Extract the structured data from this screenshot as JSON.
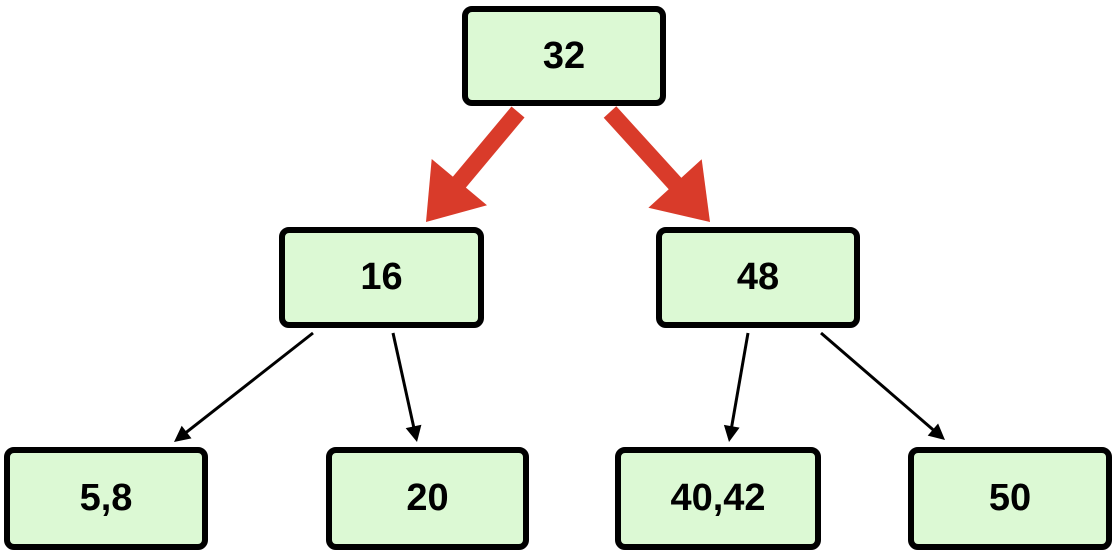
{
  "colors": {
    "node_fill": "#dcf9d4",
    "node_border": "#000000",
    "highlight_arrow": "#d93b2a",
    "normal_arrow": "#000000"
  },
  "nodes": {
    "root": "32",
    "left": "16",
    "right": "48",
    "left_left": "5,8",
    "left_right": "20",
    "right_left": "40,42",
    "right_right": "50"
  },
  "edges": [
    {
      "from": "root",
      "to": "left",
      "highlighted": true
    },
    {
      "from": "root",
      "to": "right",
      "highlighted": true
    },
    {
      "from": "left",
      "to": "left_left",
      "highlighted": false
    },
    {
      "from": "left",
      "to": "left_right",
      "highlighted": false
    },
    {
      "from": "right",
      "to": "right_left",
      "highlighted": false
    },
    {
      "from": "right",
      "to": "right_right",
      "highlighted": false
    }
  ]
}
